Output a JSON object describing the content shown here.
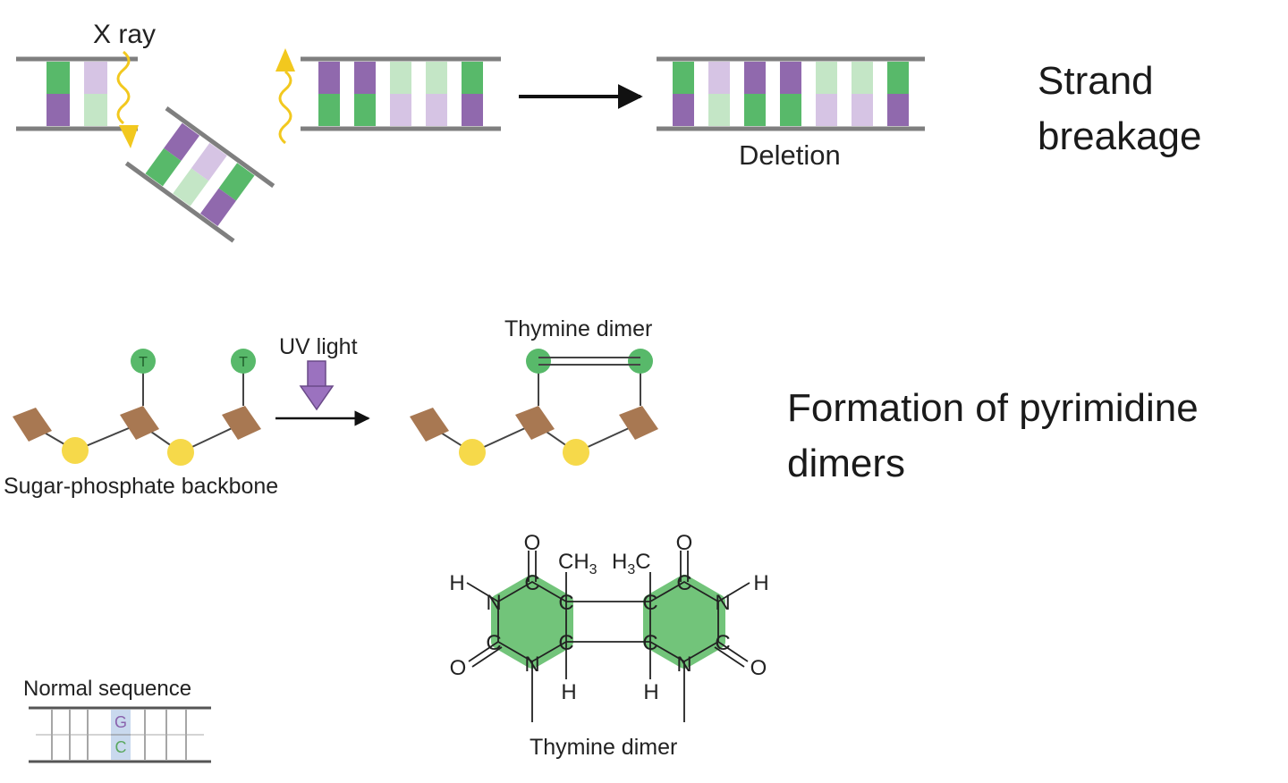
{
  "strand_breakage": {
    "heading_line1": "Strand",
    "heading_line2": "breakage",
    "xray_label": "X ray",
    "deletion_label": "Deletion"
  },
  "pyrimidine": {
    "heading_line1": "Formation of pyrimidine",
    "heading_line2": "dimers",
    "uv_label": "UV light",
    "thymine_dimer_label": "Thymine dimer",
    "backbone_label": "Sugar-phosphate backbone",
    "base_letter": "T"
  },
  "structure": {
    "caption": "Thymine dimer",
    "oxygen": "O",
    "hydrogen": "H",
    "nitrogen": "N",
    "carbon": "C",
    "methyl_left": "CH",
    "methyl_left_sub": "3",
    "methyl_right_prefix": "H",
    "methyl_right_sub": "3",
    "methyl_right_suffix": "C"
  },
  "normal_sequence": {
    "label": "Normal sequence",
    "top_base": "G",
    "bottom_base": "C"
  },
  "colors": {
    "green": "#58b96a",
    "purple": "#9069ad",
    "light_green": "#c4e6c6",
    "light_purple": "#d6c4e4",
    "rail": "#7f7f7f",
    "sugar": "#a87852",
    "phosphate": "#f6d94a",
    "arrow_yellow": "#f2c81e",
    "uv_purple": "#9b72bf",
    "ring_green": "#72c47a"
  }
}
